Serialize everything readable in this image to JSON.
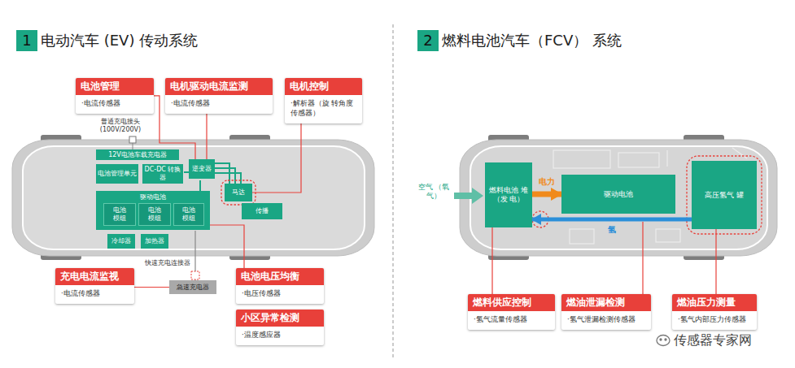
{
  "diagram": {
    "nodes": [
      {
        "text": [
          "电池管理",
          "·电流传感器"
        ]
      },
      {
        "text": [
          "电机驱动电流监测",
          "·电流传感器"
        ]
      },
      {
        "text": [
          "电机控制",
          "·解析器（旋 转角度传感器）"
        ]
      },
      {
        "text": [
          "12V电池车载充电器"
        ]
      },
      {
        "text": [
          "电池管理单元"
        ]
      },
      {
        "text": [
          "DC-DC 转换器"
        ]
      },
      {
        "text": [
          "逆变器"
        ]
      },
      {
        "text": [
          "马达"
        ]
      },
      {
        "text": [
          "驱动电池"
        ]
      },
      {
        "text": [
          "电池 模组"
        ],
        "in": 8
      },
      {
        "text": [
          "电池 模组"
        ],
        "in": 8
      },
      {
        "text": [
          "电池 模组"
        ],
        "in": 8
      },
      {
        "text": [
          "传播"
        ]
      },
      {
        "text": [
          "冷却器"
        ]
      },
      {
        "text": [
          "加热器"
        ]
      },
      {
        "text": [
          "急速充电器"
        ]
      },
      {
        "text": [
          "充电电流监视",
          "·电流传感器"
        ]
      },
      {
        "text": [
          "电池电压均衡",
          "·电压传感器"
        ]
      },
      {
        "text": [
          "小区异常检测",
          "·温度感应器"
        ]
      },
      {
        "text": [
          "燃料电池 堆（发 电）"
        ]
      },
      {
        "text": [
          "驱动电池"
        ]
      },
      {
        "text": [
          "高压氢气 罐"
        ]
      },
      {
        "text": [
          "燃料供应控制",
          "·氢气流量传感器"
        ]
      },
      {
        "text": [
          "燃油泄漏检测",
          "·氢气泄漏检测传感器"
        ]
      },
      {
        "text": [
          "燃油压力测量",
          "·氢气内部压力传感器"
        ]
      }
    ],
    "edges": [
      {
        "from": 0,
        "to": 6,
        "arrow": "none"
      },
      {
        "from": 1,
        "to": 6,
        "arrow": "none"
      },
      {
        "from": 2,
        "to": 7,
        "arrow": "none"
      },
      {
        "from": 16,
        "to": 15,
        "arrow": "none"
      },
      {
        "from": 17,
        "to": 8,
        "arrow": "none"
      },
      {
        "from": 19,
        "to": 20,
        "label": "电力",
        "arrow": "to"
      },
      {
        "from": 21,
        "to": 19,
        "label": "氢",
        "arrow": "to"
      },
      {
        "from": 22,
        "to": 19,
        "arrow": "none"
      },
      {
        "from": 24,
        "to": 21,
        "arrow": "none"
      }
    ],
    "labels": [
      "1",
      "电动汽车 (EV) 传动系统",
      "普通充电接头 (100V/200V)",
      "快速充电连接器",
      "2",
      "燃料电池汽车（FCV） 系统",
      "空气 （氧气）",
      "传感器专家网"
    ]
  }
}
